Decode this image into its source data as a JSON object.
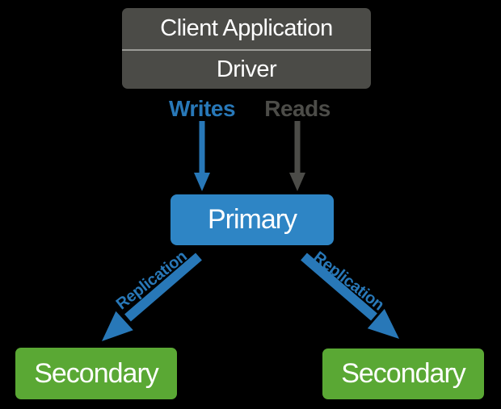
{
  "colors": {
    "background": "#000000",
    "client_box": "#4b4b47",
    "divider": "#9b9b97",
    "primary_box": "#2e85c5",
    "secondary_box": "#5aa834",
    "writes_blue": "#2878b8",
    "reads_gray": "#4c4c48",
    "box_text": "#ffffff"
  },
  "diagram": {
    "client": {
      "title": "Client Application",
      "driver": "Driver"
    },
    "flow_labels": {
      "writes": "Writes",
      "reads": "Reads"
    },
    "primary_label": "Primary",
    "secondary_left_label": "Secondary",
    "secondary_right_label": "Secondary",
    "replication_left_label": "Replication",
    "replication_right_label": "Replication"
  }
}
